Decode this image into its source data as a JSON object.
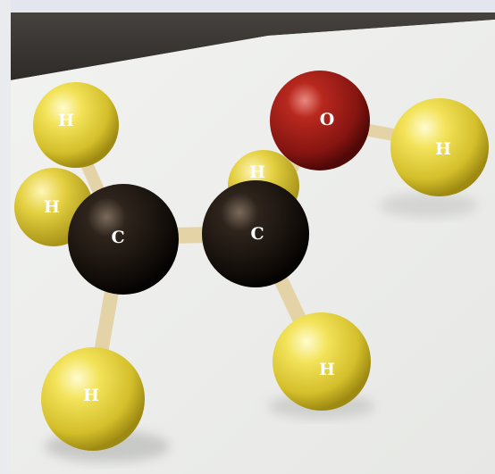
{
  "molecule": {
    "atoms": [
      {
        "id": "h1",
        "element": "hydrogen",
        "label": "H"
      },
      {
        "id": "h2",
        "element": "hydrogen",
        "label": "H"
      },
      {
        "id": "h3",
        "element": "hydrogen",
        "label": "H"
      },
      {
        "id": "h4",
        "element": "hydrogen",
        "label": "H"
      },
      {
        "id": "h5",
        "element": "hydrogen",
        "label": "H"
      },
      {
        "id": "h6",
        "element": "hydrogen",
        "label": "H"
      },
      {
        "id": "c1",
        "element": "carbon",
        "label": "C"
      },
      {
        "id": "c2",
        "element": "carbon",
        "label": "C"
      },
      {
        "id": "o1",
        "element": "oxygen",
        "label": "O"
      }
    ]
  },
  "colors": {
    "hydrogen": "#e3d23a",
    "carbon": "#1a1410",
    "oxygen": "#9c1a14",
    "stick": "#e6d6ae",
    "table": "#f4f4f2",
    "background_top": "#3a3634"
  }
}
